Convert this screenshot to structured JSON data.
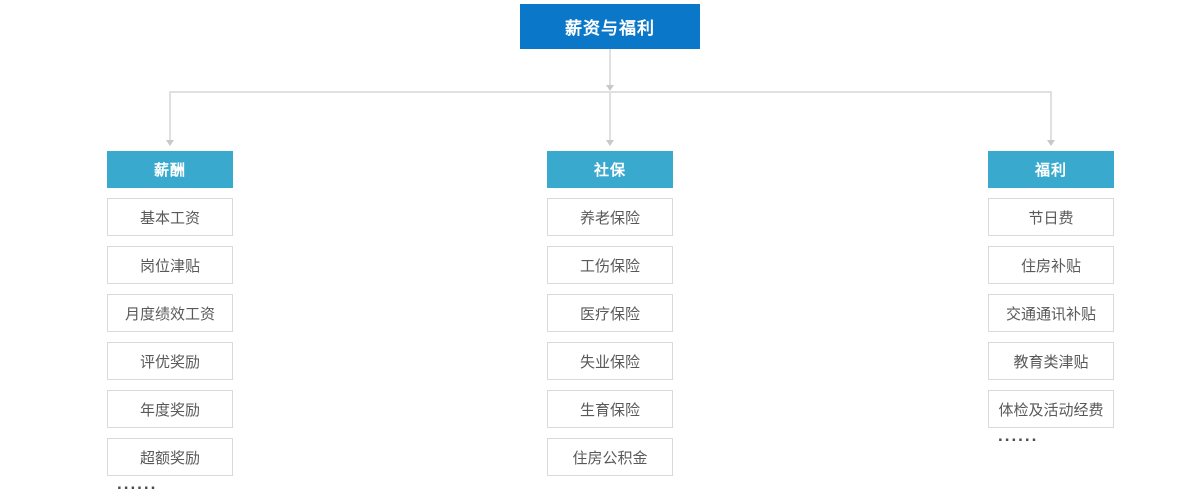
{
  "root": {
    "label": "薪资与福利"
  },
  "colors": {
    "root_bg": "#0a77c8",
    "branch_bg": "#3aa9ce",
    "line": "#e0e0e0",
    "arrow": "#c8c8c8",
    "item_border": "#d9d9d9",
    "item_text": "#595959"
  },
  "columns": [
    {
      "id": "salary",
      "header": "薪酬",
      "items": [
        "基本工资",
        "岗位津贴",
        "月度绩效工资",
        "评优奖励",
        "年度奖励",
        "超额奖励"
      ],
      "more": "......"
    },
    {
      "id": "social-insurance",
      "header": "社保",
      "items": [
        "养老保险",
        "工伤保险",
        "医疗保险",
        "失业保险",
        "生育保险",
        "住房公积金"
      ],
      "more": ""
    },
    {
      "id": "welfare",
      "header": "福利",
      "items": [
        "节日费",
        "住房补贴",
        "交通通讯补贴",
        "教育类津贴",
        "体检及活动经费"
      ],
      "more": "......"
    }
  ]
}
